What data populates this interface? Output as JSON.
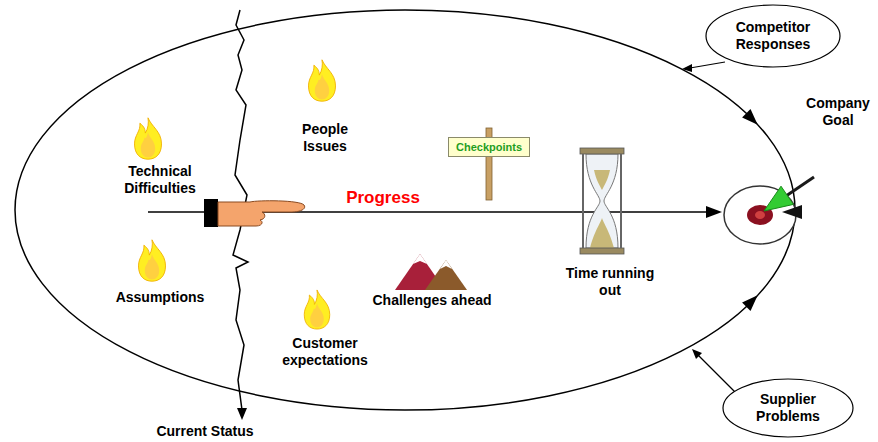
{
  "diagram": {
    "nodes": [
      {
        "text": [
          "Competitor Responses"
        ]
      },
      {
        "text": [
          "Checkpoints"
        ]
      },
      {
        "text": [
          "Company Goal"
        ]
      },
      {
        "text": [
          "Supplier Problems"
        ]
      }
    ],
    "labels": [
      "Technical Difficulties",
      "People Issues",
      "Progress",
      "Assumptions",
      "Challenges ahead",
      "Time running out",
      "Customer expectations",
      "Current Status"
    ]
  }
}
